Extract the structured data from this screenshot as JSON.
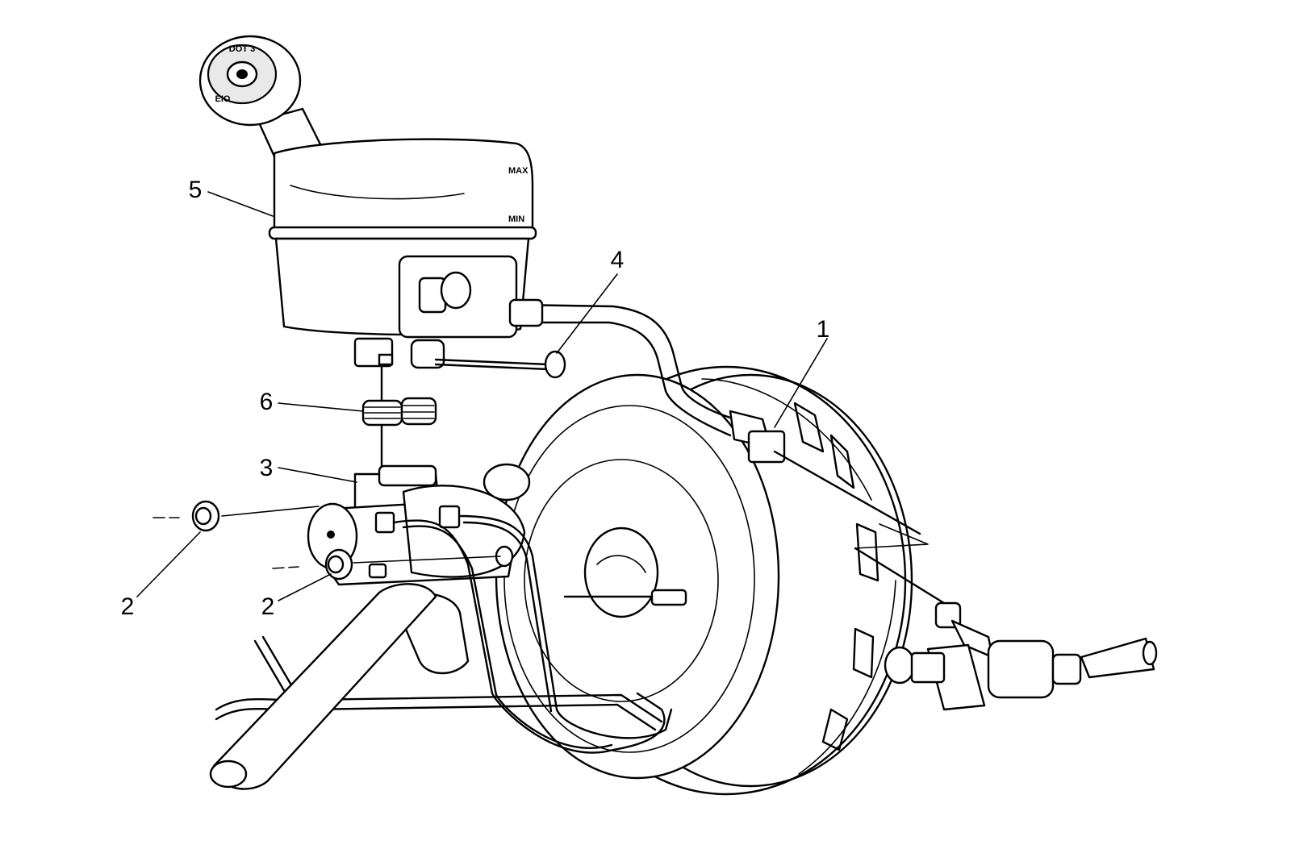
{
  "callouts": [
    {
      "id": "1",
      "text": "1"
    },
    {
      "id": "2a",
      "text": "2"
    },
    {
      "id": "2b",
      "text": "2"
    },
    {
      "id": "3",
      "text": "3"
    },
    {
      "id": "4",
      "text": "4"
    },
    {
      "id": "5",
      "text": "5"
    },
    {
      "id": "6",
      "text": "6"
    }
  ],
  "colors": {
    "ink": "#000000",
    "paper": "#ffffff"
  }
}
